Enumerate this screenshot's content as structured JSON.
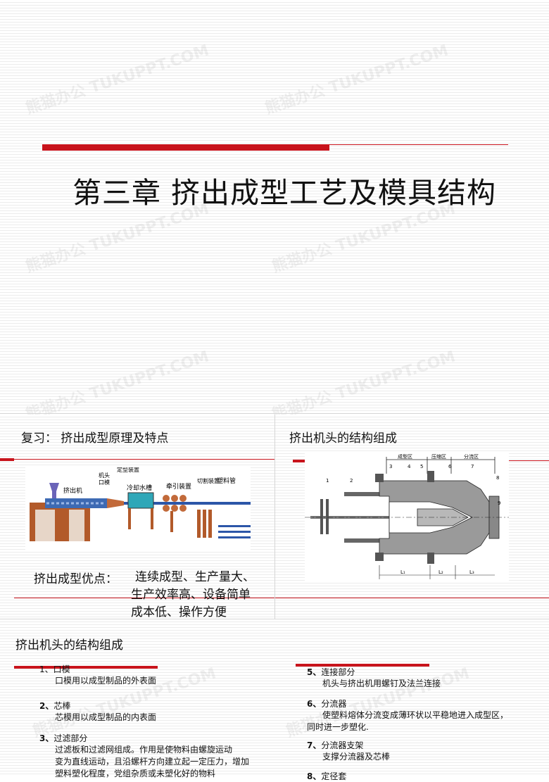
{
  "slide1": {
    "title": "第三章 挤出成型工艺及模具结构"
  },
  "slide2": {
    "title": "复习： 挤出成型原理及特点",
    "diagram_labels": {
      "extruder": "挤出机",
      "head": "机头",
      "die": "口模",
      "sizing": "定型装置",
      "cooling": "冷却水槽",
      "haul_off": "牵引装置",
      "cutter": "切割装置",
      "pipe": "塑料管"
    },
    "advantages_label": "挤出成型优点：",
    "advantages_lines": [
      "连续成型、生产量大、",
      "生产效率高、设备简单",
      "成本低、操作方便"
    ]
  },
  "slide3": {
    "title": "挤出机头的结构组成",
    "drawing_labels": {
      "zone1": "成型区",
      "zone2": "压缩区",
      "zone3": "分流区",
      "n1": "1",
      "n2": "2",
      "n3": "3",
      "n4": "4",
      "n5": "5",
      "n6": "6",
      "n7": "7",
      "n8": "8",
      "n9": "9",
      "L1": "L₁",
      "L2": "L₂",
      "L3": "L₃"
    }
  },
  "slide4": {
    "title": "挤出机头的结构组成",
    "left_items": [
      {
        "num": "1、",
        "head": "口模",
        "body": "口模用以成型制品的外表面"
      },
      {
        "num": "2、",
        "head": "芯棒",
        "body": "芯模用以成型制品的内表面"
      },
      {
        "num": "3、",
        "head": "过滤部分",
        "body_lines": [
          "过滤板和过滤网组成。作用是使物料由螺旋运动",
          "变为直线运动，且沿螺杆方向建立起一定压力，增加",
          "塑料塑化程度，党组杂质或未塑化好的物料"
        ]
      }
    ],
    "right_items": [
      {
        "num": "5、",
        "head": "连接部分",
        "body": "机头与挤出机用螺钉及法兰连接"
      },
      {
        "num": "6、",
        "head": "分流器",
        "body_lines": [
          "使塑料熔体分流变成薄环状以平稳地进入成型区，",
          "同时进一步塑化."
        ]
      },
      {
        "num": "7、",
        "head": "分流器支架",
        "body": "支撑分流器及芯棒"
      },
      {
        "num": "8、",
        "head": "定径套",
        "body": ""
      }
    ]
  },
  "colors": {
    "accent_red": "#c8141c",
    "text": "#111111"
  },
  "watermark": "熊猫办公 TUKUPPT.COM"
}
